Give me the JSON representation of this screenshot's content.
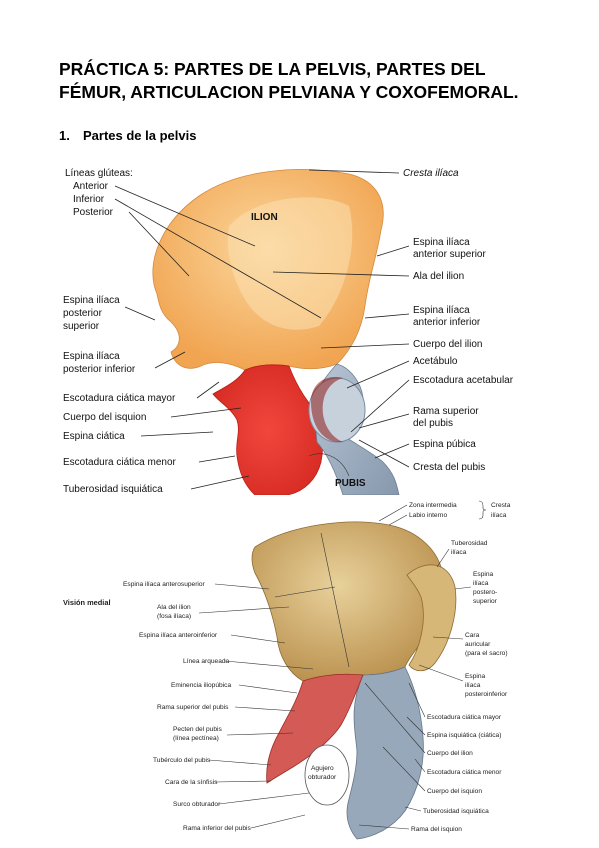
{
  "title": {
    "line1": "PRÁCTICA 5: PARTES DE LA PELVIS, PARTES DEL",
    "line2": "FÉMUR, ARTICULACION PELVIANA Y COXOFEMORAL."
  },
  "section1": {
    "number": "1.",
    "heading": "Partes de la pelvis"
  },
  "figure1": {
    "region_labels": {
      "ilion": "ILION",
      "pubis": "PUBIS"
    },
    "left_labels": {
      "lineas_gluteas": "Líneas glúteas:",
      "anterior": "Anterior",
      "inferior": "Inferior",
      "posterior": "Posterior",
      "eips1": "Espina ilíaca",
      "eips2": "posterior",
      "eips3": "superior",
      "eipi1": "Espina ilíaca",
      "eipi2": "posterior inferior",
      "escotadura_mayor": "Escotadura ciática mayor",
      "cuerpo_isquion": "Cuerpo del isquion",
      "espina_ciatica": "Espina ciática",
      "escotadura_menor": "Escotadura ciática menor",
      "tuberosidad": "Tuberosidad isquiática"
    },
    "right_labels": {
      "cresta_iliaca": "Cresta ilíaca",
      "eias1": "Espina ilíaca",
      "eias2": "anterior superior",
      "ala_ilion": "Ala del ilion",
      "eiai1": "Espina ilíaca",
      "eiai2": "anterior inferior",
      "cuerpo_ilion": "Cuerpo del ilion",
      "acetabulo": "Acetábulo",
      "escotadura_acetabular": "Escotadura acetabular",
      "rama_sup1": "Rama superior",
      "rama_sup2": "del pubis",
      "espina_pubica": "Espina púbica",
      "cresta_pubis": "Cresta del pubis"
    }
  },
  "figure2": {
    "view_label": "Visión medial",
    "agujero1": "Agujero",
    "agujero2": "obturador",
    "right_labels": {
      "zona_intermedia": "Zona intermedia",
      "labio_interno": "Labio interno",
      "cresta1": "Cresta",
      "cresta2": "ilíaca",
      "tuberosidad1": "Tuberosidad",
      "tuberosidad2": "ilíaca",
      "eips1": "Espina",
      "eips2": "ilíaca",
      "eips3": "postero-",
      "eips4": "superior",
      "cara1": "Cara",
      "cara2": "auricular",
      "cara3": "(para el sacro)",
      "eipi1": "Espina",
      "eipi2": "ilíaca",
      "eipi3": "posteroinferior",
      "escotadura_mayor": "Escotadura ciática mayor",
      "espina_isquiatica": "Espina isquiática (ciática)",
      "cuerpo_ilion": "Cuerpo del ilion",
      "escotadura_menor": "Escotadura ciática menor",
      "cuerpo_isquion": "Cuerpo del isquion",
      "tuberosidad_isquiatica": "Tuberosidad isquiática",
      "rama_isquion": "Rama del isquion"
    },
    "left_labels": {
      "eias": "Espina ilíaca anterosuperior",
      "ala1": "Ala del ilion",
      "ala2": "(fosa ilíaca)",
      "eiai": "Espina ilíaca anteroinferior",
      "linea_arqueada": "Línea arqueada",
      "eminencia": "Eminencia iliopúbica",
      "rama_superior": "Rama superior del pubis",
      "pecten1": "Pecten del pubis",
      "pecten2": "(línea pectínea)",
      "tuberculo": "Tubérculo del pubis",
      "cara_sinfisis": "Cara de la sínfisis",
      "surco": "Surco obturador",
      "rama_inferior": "Rama inferior del pubis"
    }
  },
  "colors": {
    "ilium": "#f4b066",
    "ilium_light": "#f9cf8e",
    "ischium": "#e8312b",
    "pubis": "#9fb0c4",
    "bone2_ilium": "#c9a464",
    "bone2_light": "#e3c98f",
    "bone2_red": "#d35a55",
    "bone2_blue": "#98a8bb"
  }
}
